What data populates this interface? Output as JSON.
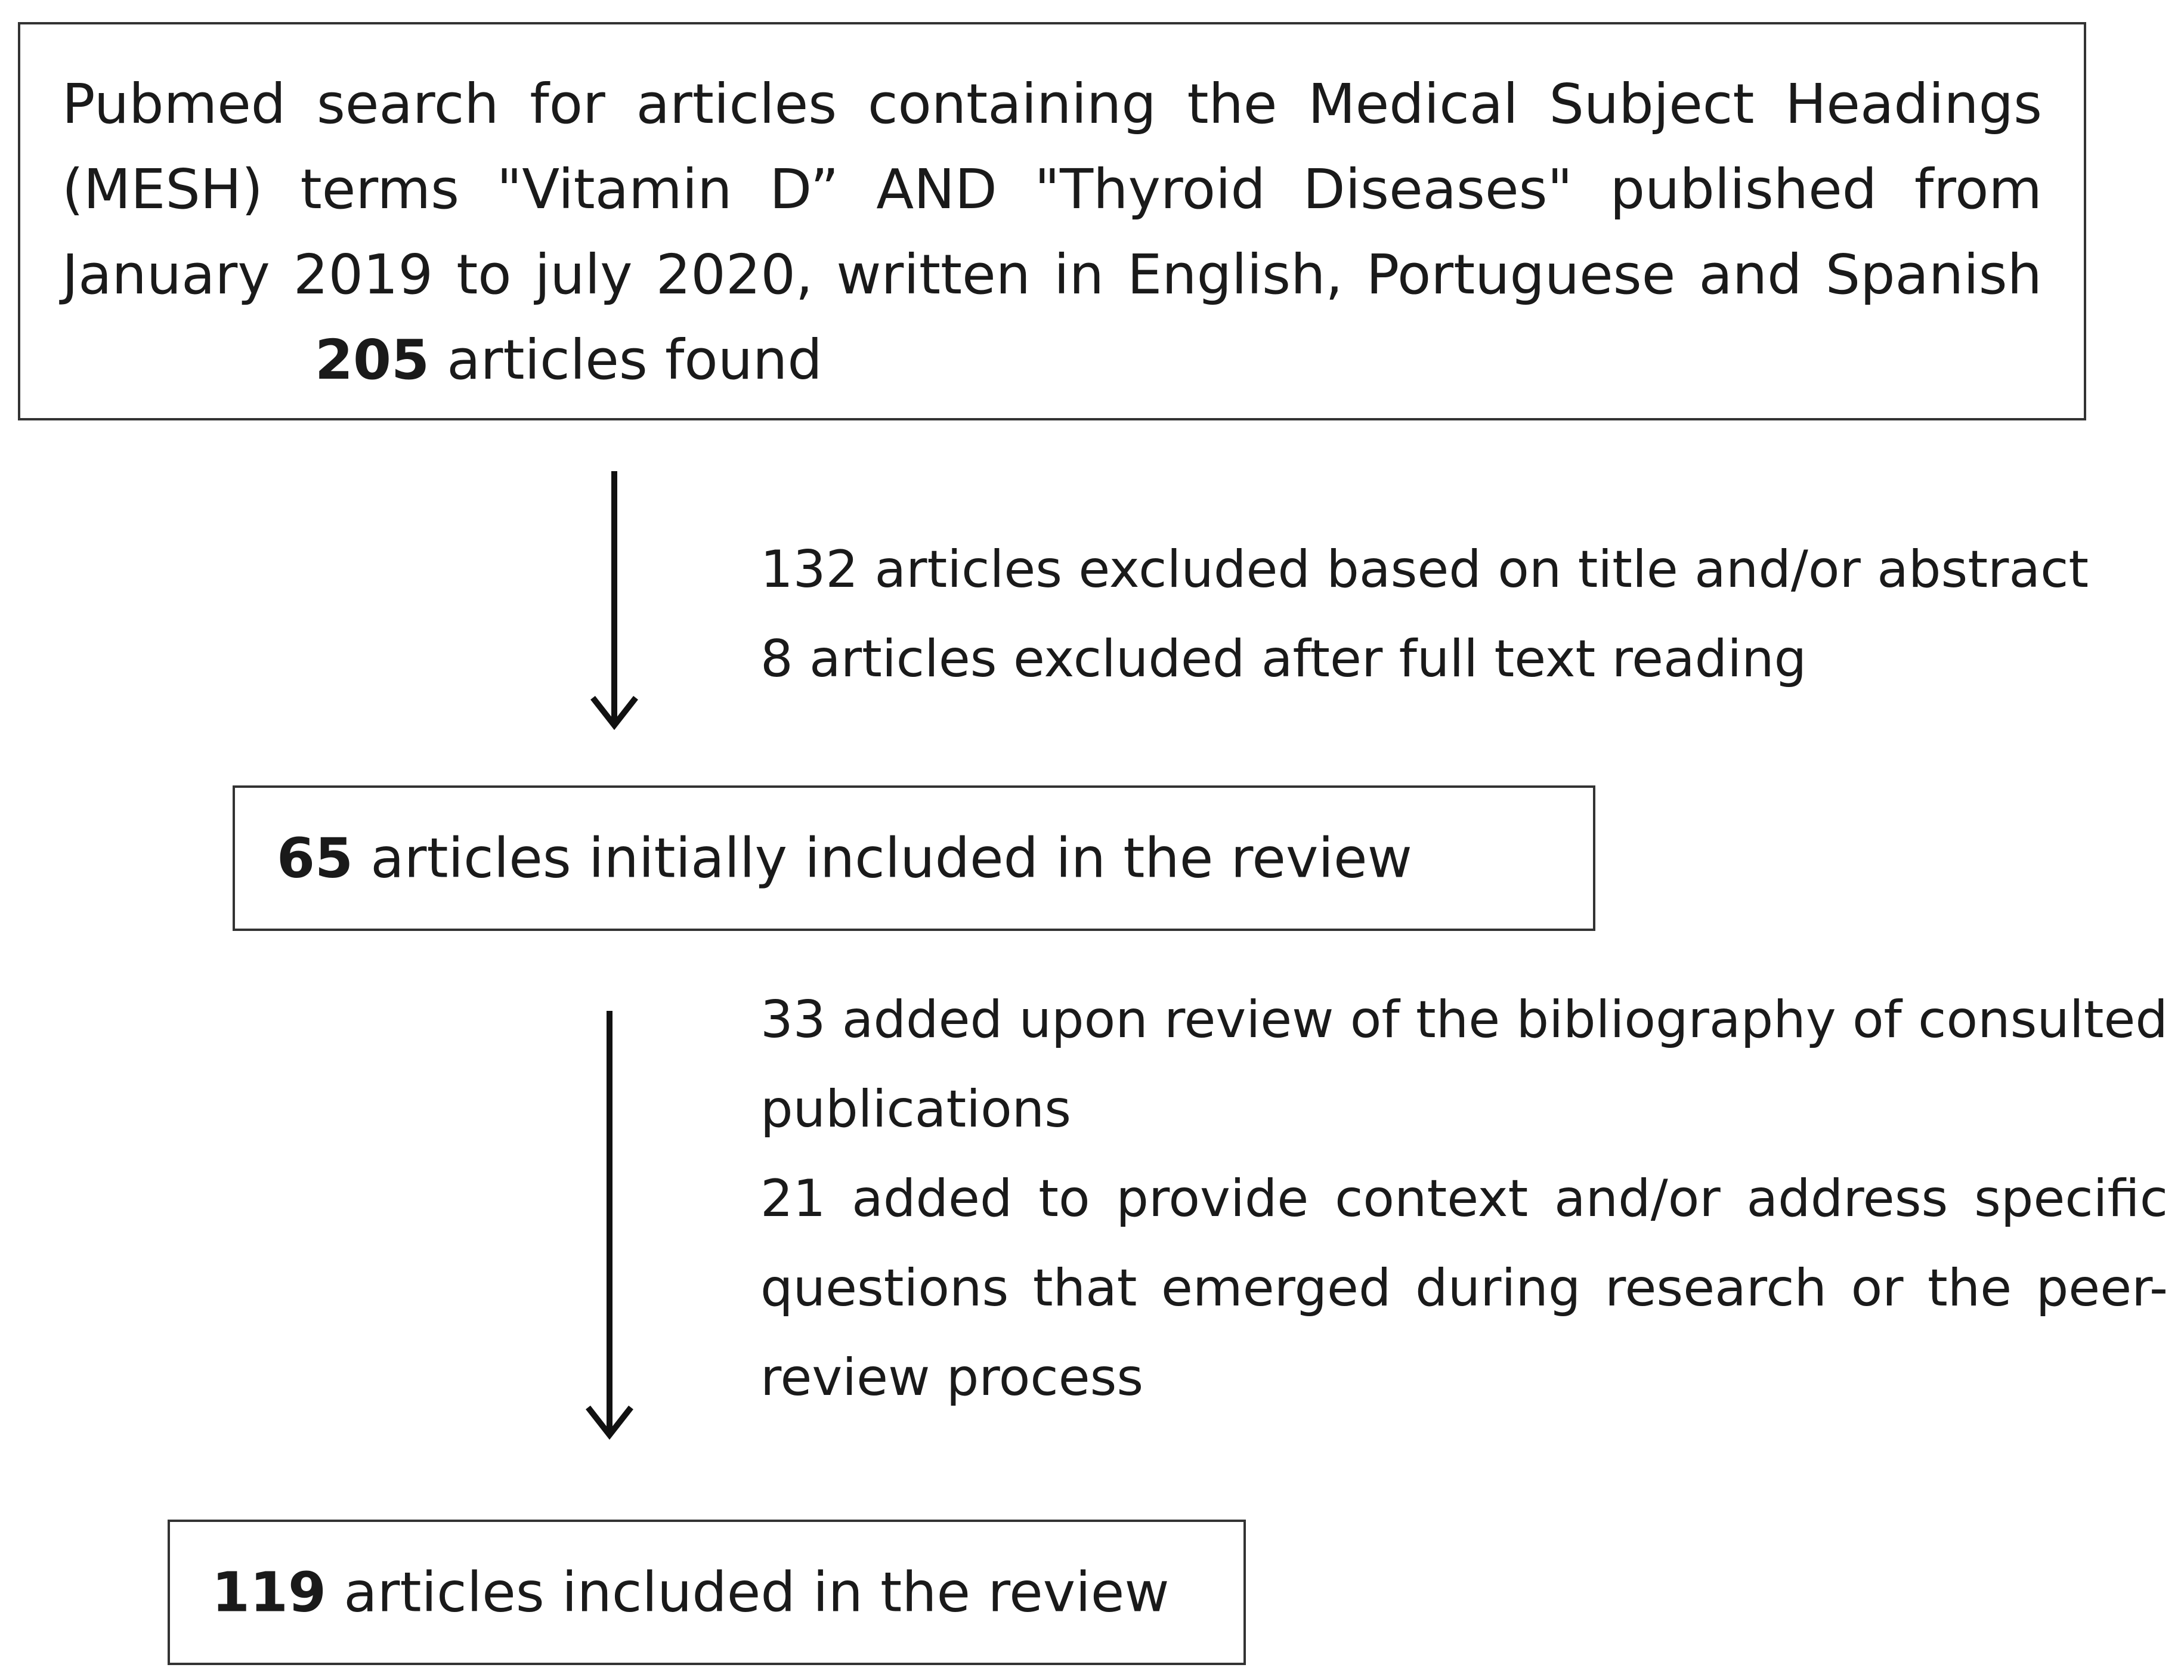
{
  "search_box": {
    "lines": [
      "Pubmed search for articles containing the Medical Subject Headings",
      "(MESH) terms \"Vitamin D” AND \"Thyroid Diseases\" published from",
      "January 2019 to july 2020, written in English, Portuguese and Spanish"
    ],
    "count": "205",
    "count_label": " articles found"
  },
  "exclusion_note": {
    "lines": [
      "132 articles excluded based on title and/or abstract",
      "8 articles excluded after full text reading"
    ]
  },
  "initial_box": {
    "count": "65",
    "label": " articles initially included in the review"
  },
  "addition_note": {
    "items": [
      "33 added upon review of the bibliography of consulted publications",
      "21 added to provide context and/or address specific questions that emerged during research or the peer-review process"
    ]
  },
  "final_box": {
    "count": "119",
    "label": " articles included in the review"
  }
}
